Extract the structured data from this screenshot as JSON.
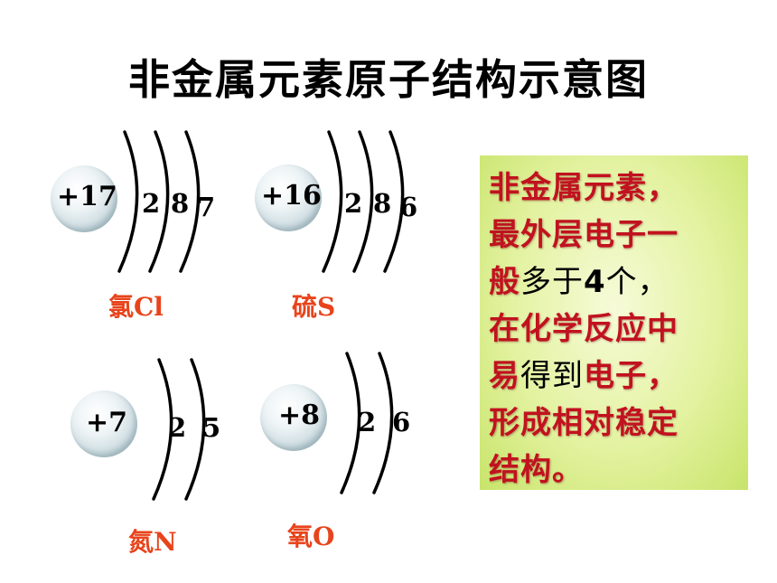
{
  "title": "非金属元素原子结构示意图",
  "atoms": [
    {
      "charge": "+17",
      "shells": [
        "2",
        "8",
        "7"
      ],
      "label": "氯Cl"
    },
    {
      "charge": "+16",
      "shells": [
        "2",
        "8",
        "6"
      ],
      "label": "硫S"
    },
    {
      "charge": "+7",
      "shells": [
        "2",
        "5"
      ],
      "label": "氮N"
    },
    {
      "charge": "+8",
      "shells": [
        "2",
        "6"
      ],
      "label": "氧O"
    }
  ],
  "note": {
    "line1": "非金属元素，",
    "line2": "最外层电子一",
    "line3a": "般",
    "line3b": "多于",
    "line3c": "4",
    "line3d": "个，",
    "line4": "在化学反应中",
    "line5a": "易",
    "line5b": "得到",
    "line5c": "电子，",
    "line6": "形成相对稳定",
    "line7": "结构。"
  },
  "colors": {
    "label": "#e8441c",
    "note_red": "#c1121f",
    "note_bg": "#d9ee8a"
  }
}
